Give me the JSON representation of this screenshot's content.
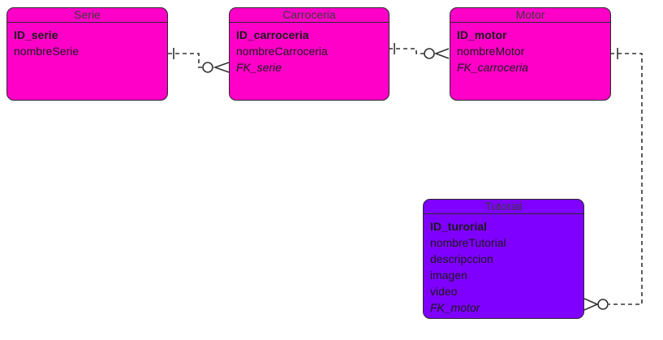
{
  "colors": {
    "entity_fill": "#ff00c8",
    "entity_fill_alt": "#7f00ff",
    "border": "#2b2b2b",
    "connector": "#333333"
  },
  "entities": [
    {
      "name": "Serie",
      "fill": "#ff00c8",
      "attributes": [
        {
          "label": "ID_serie",
          "kind": "pk"
        },
        {
          "label": "nombreSerie",
          "kind": "attr"
        }
      ]
    },
    {
      "name": "Carroceria",
      "fill": "#ff00c8",
      "attributes": [
        {
          "label": "ID_carroceria",
          "kind": "pk"
        },
        {
          "label": "nombreCarroceria",
          "kind": "attr"
        },
        {
          "label": "FK_serie",
          "kind": "fk"
        }
      ]
    },
    {
      "name": "Motor",
      "fill": "#ff00c8",
      "attributes": [
        {
          "label": "ID_motor",
          "kind": "pk"
        },
        {
          "label": "nombreMotor",
          "kind": "attr"
        },
        {
          "label": "FK_carroceria",
          "kind": "fk"
        }
      ]
    },
    {
      "name": "Tutorial",
      "fill": "#7f00ff",
      "attributes": [
        {
          "label": "ID_turorial",
          "kind": "pk"
        },
        {
          "label": "nombreTutorial",
          "kind": "attr"
        },
        {
          "label": "descripccion",
          "kind": "attr"
        },
        {
          "label": "imagen",
          "kind": "attr"
        },
        {
          "label": "video",
          "kind": "attr"
        },
        {
          "label": "FK_motor",
          "kind": "fk"
        }
      ]
    }
  ],
  "relationships": [
    {
      "from": "Serie",
      "to": "Carroceria",
      "from_cardinality": "one",
      "to_cardinality": "zero-or-many"
    },
    {
      "from": "Carroceria",
      "to": "Motor",
      "from_cardinality": "one",
      "to_cardinality": "zero-or-many"
    },
    {
      "from": "Motor",
      "to": "Tutorial",
      "from_cardinality": "one",
      "to_cardinality": "zero-or-many"
    }
  ]
}
